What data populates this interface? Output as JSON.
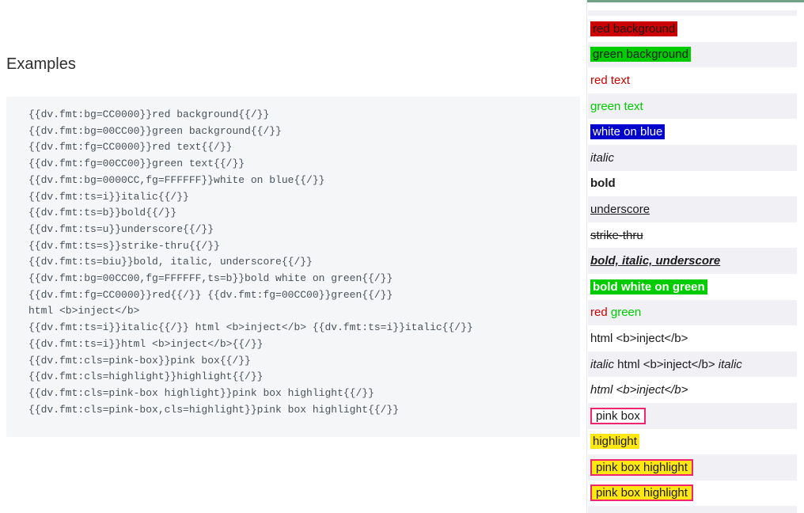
{
  "left": {
    "heading": "Examples",
    "code_lines": [
      "{{dv.fmt:bg=CC0000}}red background{{/}}",
      "{{dv.fmt:bg=00CC00}}green background{{/}}",
      "{{dv.fmt:fg=CC0000}}red text{{/}}",
      "{{dv.fmt:fg=00CC00}}green text{{/}}",
      "{{dv.fmt:bg=0000CC,fg=FFFFFF}}white on blue{{/}}",
      "{{dv.fmt:ts=i}}italic{{/}}",
      "{{dv.fmt:ts=b}}bold{{/}}",
      "{{dv.fmt:ts=u}}underscore{{/}}",
      "{{dv.fmt:ts=s}}strike-thru{{/}}",
      "{{dv.fmt:ts=biu}}bold, italic, underscore{{/}}",
      "{{dv.fmt:bg=00CC00,fg=FFFFFF,ts=b}}bold white on green{{/}}",
      "{{dv.fmt:fg=CC0000}}red{{/}} {{dv.fmt:fg=00CC00}}green{{/}}",
      "html <b>inject</b>",
      "{{dv.fmt:ts=i}}italic{{/}} html <b>inject</b> {{dv.fmt:ts=i}}italic{{/}}",
      "{{dv.fmt:ts=i}}html <b>inject</b>{{/}}",
      "{{dv.fmt:cls=pink-box}}pink box{{/}}",
      "{{dv.fmt:cls=highlight}}highlight{{/}}",
      "{{dv.fmt:cls=pink-box highlight}}pink box highlight{{/}}",
      "{{dv.fmt:cls=pink-box,cls=highlight}}pink box highlight{{/}}"
    ]
  },
  "right": {
    "accent_color": "#6FA287",
    "row_alt_color": "#F0F0F5",
    "pink_border_color": "#F1256D",
    "highlight_color": "#FFE712",
    "red": "#CC0000",
    "green": "#00CC00",
    "blue": "#0000CC",
    "white": "#FFFFFF",
    "rows": [
      {
        "segments": [
          {
            "t": "red background",
            "bg": "#CC0000"
          }
        ]
      },
      {
        "segments": [
          {
            "t": "green background",
            "bg": "#00CC00"
          }
        ]
      },
      {
        "segments": [
          {
            "t": "red text",
            "fg": "#CC0000"
          }
        ]
      },
      {
        "segments": [
          {
            "t": "green text",
            "fg": "#00CC00"
          }
        ]
      },
      {
        "segments": [
          {
            "t": "white on blue",
            "bg": "#0000CC",
            "fg": "#FFFFFF"
          }
        ]
      },
      {
        "segments": [
          {
            "t": "italic",
            "italic": true
          }
        ]
      },
      {
        "segments": [
          {
            "t": "bold",
            "bold": true
          }
        ]
      },
      {
        "segments": [
          {
            "t": "underscore",
            "underline": true
          }
        ]
      },
      {
        "segments": [
          {
            "t": "strike-thru",
            "strike": true
          }
        ]
      },
      {
        "segments": [
          {
            "t": "bold, italic, underscore",
            "bold": true,
            "italic": true,
            "underline": true
          }
        ]
      },
      {
        "segments": [
          {
            "t": "bold white on green",
            "bg": "#00CC00",
            "fg": "#FFFFFF",
            "bold": true
          }
        ]
      },
      {
        "segments": [
          {
            "t": "red",
            "fg": "#CC0000"
          },
          {
            "t": " "
          },
          {
            "t": "green",
            "fg": "#00CC00"
          }
        ]
      },
      {
        "segments": [
          {
            "t": "html <b>inject</b>"
          }
        ]
      },
      {
        "segments": [
          {
            "t": "italic",
            "italic": true
          },
          {
            "t": " html <b>inject</b> "
          },
          {
            "t": "italic",
            "italic": true
          }
        ]
      },
      {
        "segments": [
          {
            "t": "html <b>inject</b>",
            "italic": true
          }
        ]
      },
      {
        "segments": [
          {
            "t": "pink box",
            "cls": "pink-box"
          }
        ]
      },
      {
        "segments": [
          {
            "t": "highlight",
            "cls": "highlight"
          }
        ]
      },
      {
        "segments": [
          {
            "t": "pink box highlight",
            "cls": "pink-box highlight"
          }
        ]
      },
      {
        "segments": [
          {
            "t": "pink box highlight",
            "cls": "pink-box highlight"
          }
        ]
      }
    ]
  }
}
